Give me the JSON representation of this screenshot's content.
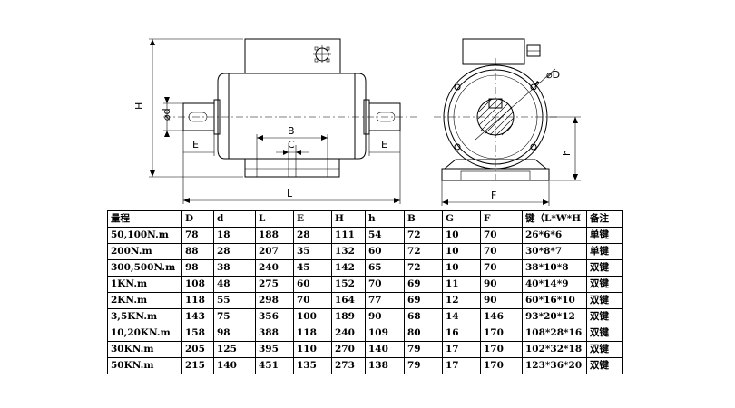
{
  "drawing": {
    "labels": {
      "H": "H",
      "d": "⌀d",
      "E_left": "E",
      "B": "B",
      "C": "C",
      "E_right": "E",
      "L": "L",
      "D": "⌀D",
      "h": "h",
      "F": "F"
    }
  },
  "table": {
    "headers": [
      "量程",
      "D",
      "d",
      "L",
      "E",
      "H",
      "h",
      "B",
      "G",
      "F",
      "键（L*W*H",
      "备注"
    ],
    "rows": [
      [
        "50,100N.m",
        "78",
        "18",
        "188",
        "28",
        "111",
        "54",
        "72",
        "10",
        "70",
        "26*6*6",
        "单键"
      ],
      [
        "200N.m",
        "88",
        "28",
        "207",
        "35",
        "132",
        "60",
        "72",
        "10",
        "70",
        "30*8*7",
        "单键"
      ],
      [
        "300,500N.m",
        "98",
        "38",
        "240",
        "45",
        "142",
        "65",
        "72",
        "10",
        "70",
        "38*10*8",
        "双键"
      ],
      [
        "1KN.m",
        "108",
        "48",
        "275",
        "60",
        "152",
        "70",
        "69",
        "11",
        "90",
        "40*14*9",
        "双键"
      ],
      [
        "2KN.m",
        "118",
        "55",
        "298",
        "70",
        "164",
        "77",
        "69",
        "12",
        "90",
        "60*16*10",
        "双键"
      ],
      [
        "3,5KN.m",
        "143",
        "75",
        "356",
        "100",
        "189",
        "90",
        "68",
        "14",
        "146",
        "93*20*12",
        "双键"
      ],
      [
        "10,20KN.m",
        "158",
        "98",
        "388",
        "118",
        "240",
        "109",
        "80",
        "16",
        "170",
        "108*28*16",
        "双键"
      ],
      [
        "30KN.m",
        "205",
        "125",
        "395",
        "110",
        "270",
        "140",
        "79",
        "17",
        "170",
        "102*32*18",
        "双键"
      ],
      [
        "50KN.m",
        "215",
        "140",
        "451",
        "135",
        "273",
        "138",
        "79",
        "17",
        "170",
        "123*36*20",
        "双键"
      ]
    ]
  }
}
